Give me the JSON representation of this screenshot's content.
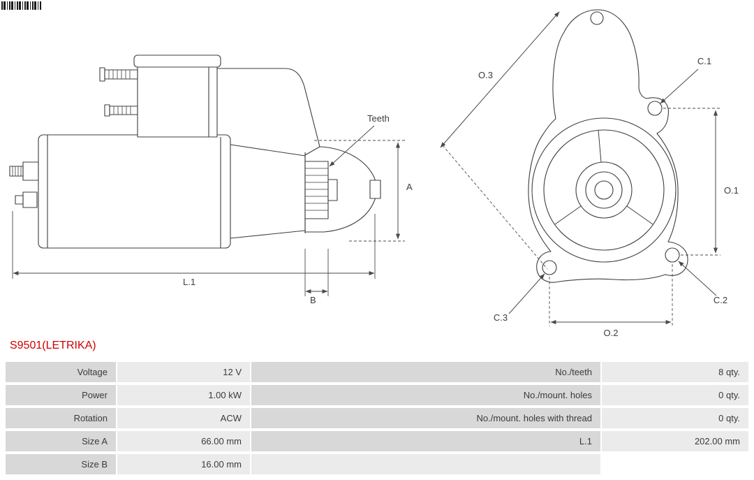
{
  "page": {
    "part_number": "S9501(LETRIKA)"
  },
  "colors": {
    "accent_red": "#cc0000",
    "cell_dark": "#d8d8d8",
    "cell_light": "#ebebeb",
    "drawing_line": "#3d3d3d"
  },
  "diagram": {
    "side_view": {
      "teeth_label": "Teeth",
      "dim_a": "A",
      "dim_l1": "L.1",
      "dim_b": "B"
    },
    "front_view": {
      "dim_o1": "O.1",
      "dim_o2": "O.2",
      "dim_o3": "O.3",
      "dim_c1": "C.1",
      "dim_c2": "C.2",
      "dim_c3": "C.3"
    }
  },
  "table": {
    "rows": [
      {
        "label1": "Voltage",
        "value1": "12 V",
        "label2": "No./teeth",
        "value2": "8 qty."
      },
      {
        "label1": "Power",
        "value1": "1.00 kW",
        "label2": "No./mount. holes",
        "value2": "0 qty."
      },
      {
        "label1": "Rotation",
        "value1": "ACW",
        "label2": "No./mount. holes with thread",
        "value2": "0 qty."
      },
      {
        "label1": "Size A",
        "value1": "66.00 mm",
        "label2": "L.1",
        "value2": "202.00 mm"
      },
      {
        "label1": "Size B",
        "value1": "16.00 mm",
        "label2": "",
        "value2": ""
      }
    ]
  }
}
